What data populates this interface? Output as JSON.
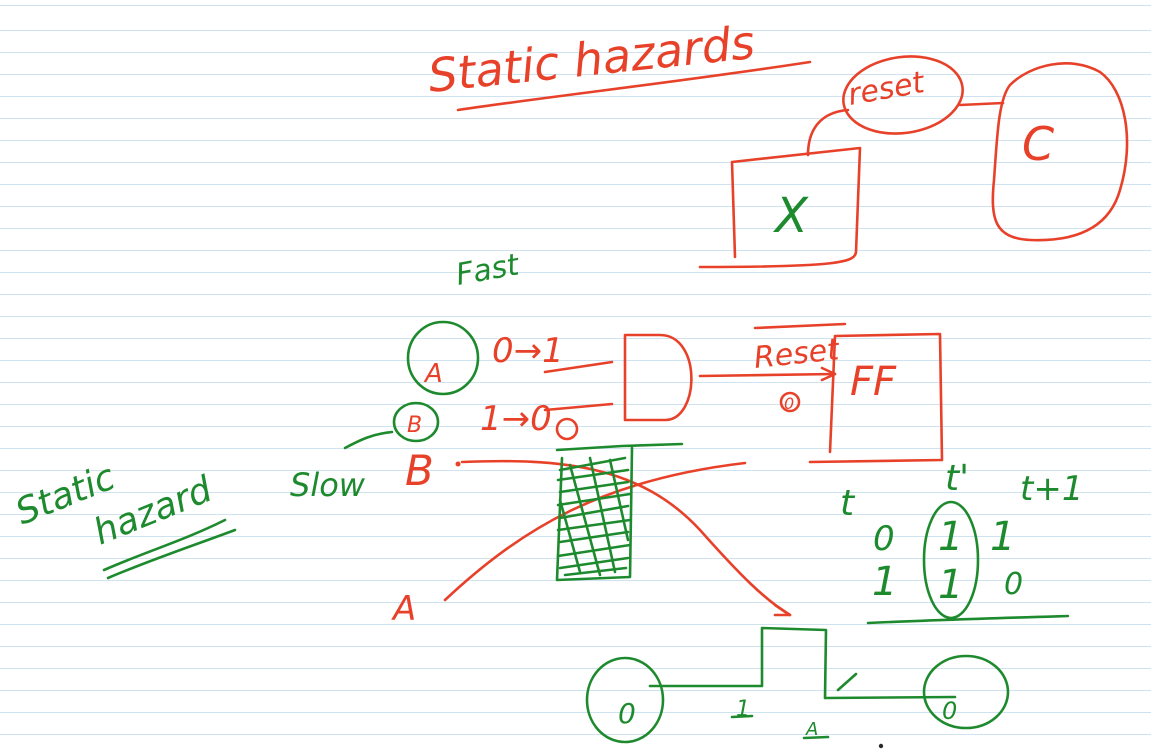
{
  "note": {
    "title": "Static hazards",
    "reset_label": "reset",
    "block_x_label": "X",
    "block_c_label": "C",
    "fast_label": "Fast",
    "input_a": "A",
    "input_b": "B",
    "a_transition": "0→1",
    "b_transition": "1→0",
    "slow_label": "Slow",
    "reset_wire_label": "Reset",
    "reset_value": "0",
    "ff_label": "FF",
    "side_title_line1": "Static",
    "side_title_line2": "hazard",
    "waveform_b": "B",
    "waveform_a": "A",
    "time_t": "t",
    "time_t_prime": "t'",
    "time_t_plus_1": "t+1",
    "row1": [
      "0",
      "1",
      "1"
    ],
    "row2": [
      "1",
      "1",
      "0"
    ],
    "pulse_low_left": "0",
    "pulse_low_right": "0",
    "pulse_high": "1",
    "pulse_mark": "A"
  },
  "colors": {
    "red_ink": "#e8412a",
    "green_ink": "#1e8a2e",
    "ruled_line": "#cfe2f0"
  }
}
